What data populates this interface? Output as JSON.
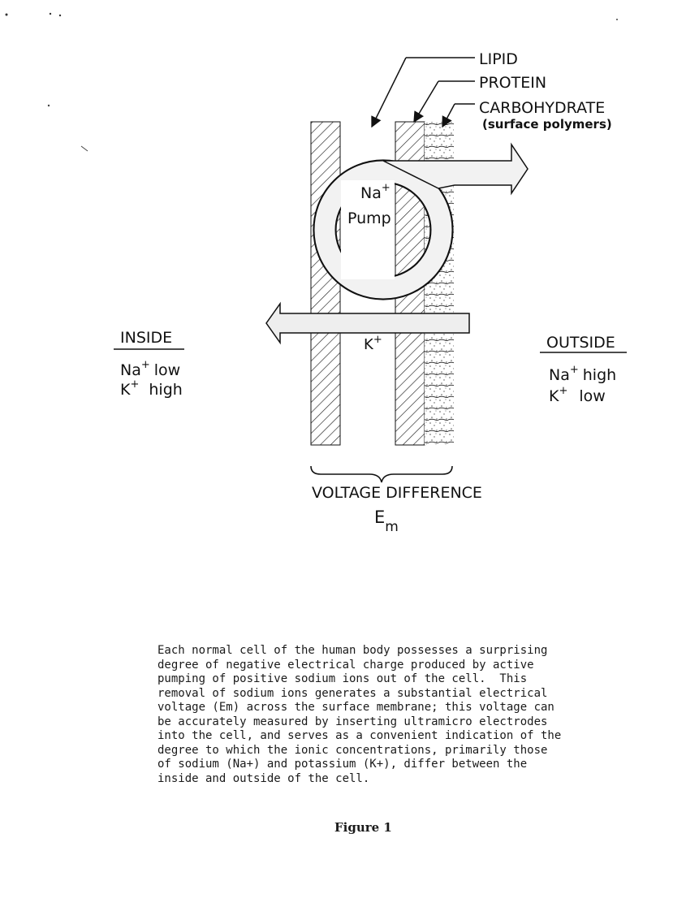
{
  "diagram": {
    "labels": {
      "lipid": "LIPID",
      "protein": "PROTEIN",
      "carbohydrate": "CARBOHYDRATE",
      "surface_polymers": "(surface polymers)",
      "na_pump_ion": "Na",
      "na_pump_charge": "+",
      "pump": "Pump",
      "k_channel_ion": "K",
      "k_channel_charge": "+"
    },
    "inside": {
      "title": "INSIDE",
      "na_ion": "Na",
      "na_charge": "+",
      "na_level": "low",
      "k_ion": "K",
      "k_charge": "+",
      "k_level": "high"
    },
    "outside": {
      "title": "OUTSIDE",
      "na_ion": "Na",
      "na_charge": "+",
      "na_level": "high",
      "k_ion": "K",
      "k_charge": "+",
      "k_level": "low"
    },
    "voltage": {
      "label": "VOLTAGE DIFFERENCE",
      "symbol": "E",
      "subscript": "m"
    }
  },
  "caption": {
    "lines": [
      "Each normal cell of the human body possesses a surprising",
      "degree of negative electrical charge produced by active",
      "pumping of positive sodium ions out of the cell.  This",
      "removal of sodium ions generates a substantial electrical",
      "voltage (Em) across the surface membrane; this voltage can",
      "be accurately measured by inserting ultramicro electrodes",
      "into the cell, and serves as a convenient indication of the",
      "degree to which the ionic concentrations, primarily those",
      "of sodium (Na+) and potassium (K+), differ between the",
      "inside and outside of the cell."
    ]
  },
  "figure_label": "Figure 1"
}
